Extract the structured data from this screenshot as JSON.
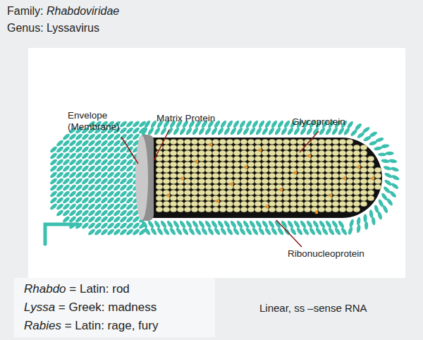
{
  "diagram": {
    "nodes": [
      {
        "text": [
          "Rhabdo = Latin: rod",
          "Lyssa = Greek: madness",
          "Rabies = Latin: rage, fury"
        ]
      }
    ],
    "labels": [
      "Family: Rhabdoviridae",
      "Genus: Lyssavirus",
      "Envelope (Membrane)",
      "Matrix Protein",
      "Glycoprotein",
      "Ribonucleoprotein",
      "Linear, ss –sense RNA"
    ]
  }
}
